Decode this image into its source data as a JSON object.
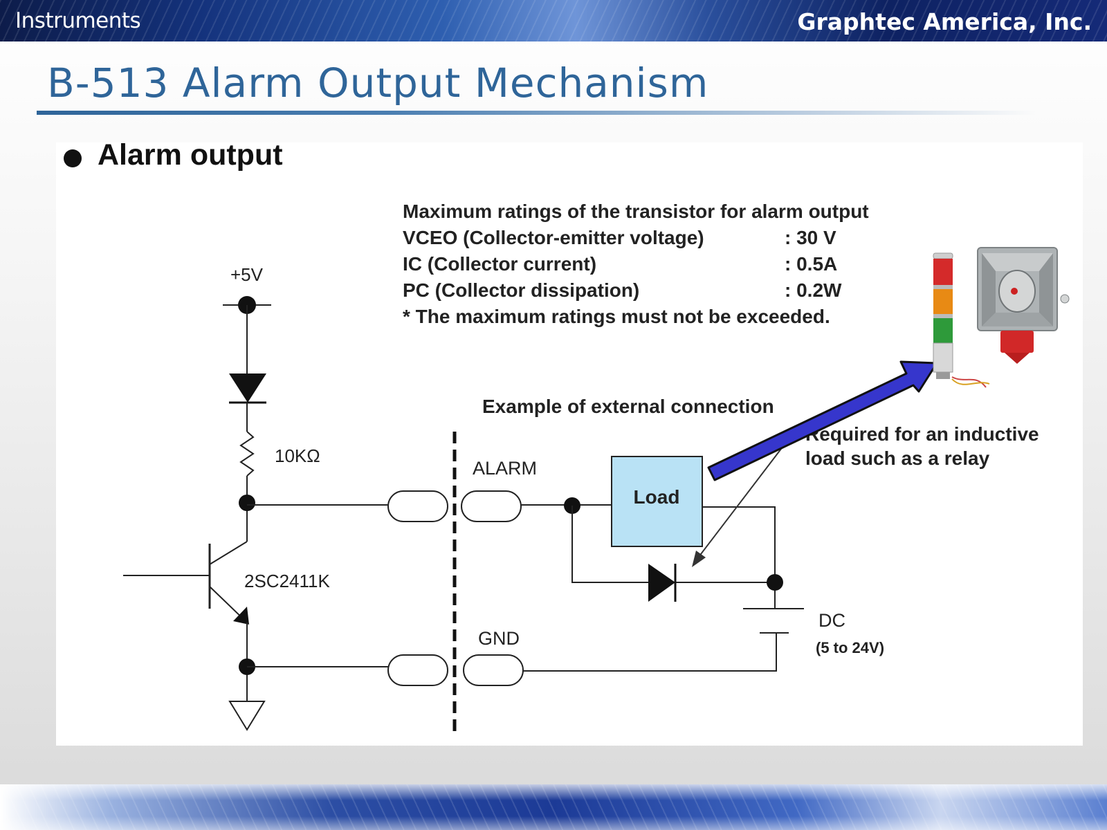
{
  "header": {
    "left_text": "Instruments",
    "right_text": "Graphtec America, Inc."
  },
  "slide": {
    "title": "B-513 Alarm Output Mechanism",
    "bullet": "Alarm output"
  },
  "ratings": {
    "heading": "Maximum ratings of the transistor for alarm output",
    "rows": [
      {
        "label": "VCEO (Collector-emitter voltage)",
        "value": ": 30 V"
      },
      {
        "label": "IC (Collector current)",
        "value": ": 0.5A"
      },
      {
        "label": "PC (Collector dissipation)",
        "value": ": 0.2W"
      }
    ],
    "note": "* The maximum ratings must not be exceeded."
  },
  "circuit": {
    "supply_label": "+5V",
    "resistor_label": "10KΩ",
    "transistor_label": "2SC2411K",
    "alarm_label": "ALARM",
    "gnd_label": "GND",
    "external_heading": "Example of external connection",
    "inductive_note_line1": "Required for an inductive",
    "inductive_note_line2": "load such as a relay",
    "load_label": "Load",
    "dc_label": "DC",
    "dc_range": "(5 to 24V)"
  },
  "colors": {
    "title": "#2f6599",
    "load_fill": "#b9e2f5",
    "arrow_fill": "#3636cc",
    "tower_red": "#d42a2a",
    "tower_amber": "#e88a14",
    "tower_green": "#2e9a3a"
  },
  "icons": {
    "signal_tower": "signal-tower-light-icon",
    "horn_siren": "horn-siren-icon"
  }
}
